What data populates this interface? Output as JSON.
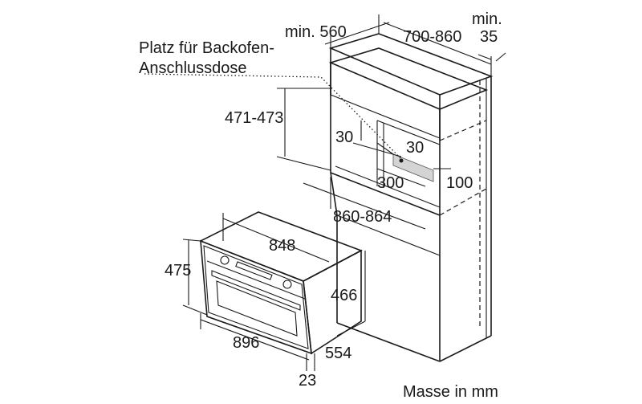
{
  "labels": {
    "socket_line1": "Platz für Backofen-",
    "socket_line2": "Anschlussdose",
    "min_width": "min. 560",
    "cabinet_depth": "700-860",
    "min": "min.",
    "min_gap": "35",
    "niche_height": "471-473",
    "socket_offset_left": "30",
    "socket_offset_top": "30",
    "socket_width": "300",
    "socket_height": "100",
    "niche_width": "860-864",
    "appliance_width": "848",
    "front_height": "475",
    "body_height": "466",
    "front_width": "896",
    "body_depth": "554",
    "front_thickness": "23",
    "units": "Masse in mm"
  },
  "colors": {
    "line": "#1a1a1a",
    "socket_fill": "#d4d4d4",
    "background": "#ffffff"
  }
}
